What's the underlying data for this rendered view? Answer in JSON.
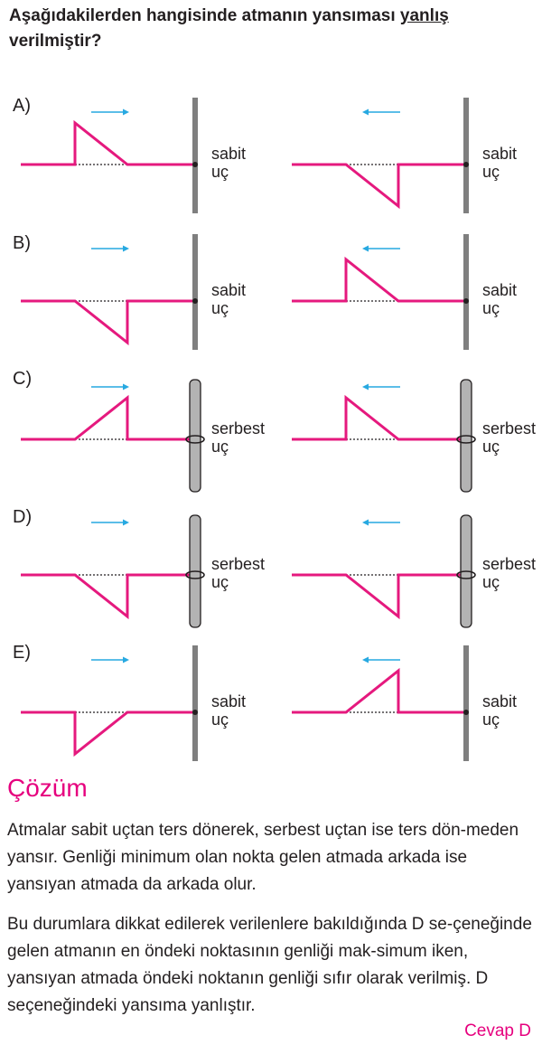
{
  "question": {
    "part1": "Aşağıdakilerden hangisinde atmanın yansıması ",
    "underlined": "yanlış",
    "part2": "verilmiştir?"
  },
  "options": [
    {
      "label": "A)",
      "end_type": "fixed",
      "end_text": [
        "sabit",
        "uç"
      ],
      "incident": {
        "direction": "right",
        "pulse": "up-left-vertical"
      },
      "reflected": {
        "direction": "left",
        "pulse": "down-right-vertical"
      }
    },
    {
      "label": "B)",
      "end_type": "fixed",
      "end_text": [
        "sabit",
        "uç"
      ],
      "incident": {
        "direction": "right",
        "pulse": "down-right-vertical"
      },
      "reflected": {
        "direction": "left",
        "pulse": "up-left-vertical"
      }
    },
    {
      "label": "C)",
      "end_type": "free",
      "end_text": [
        "serbest",
        "uç"
      ],
      "incident": {
        "direction": "right",
        "pulse": "up-right-vertical"
      },
      "reflected": {
        "direction": "left",
        "pulse": "up-left-vertical"
      }
    },
    {
      "label": "D)",
      "end_type": "free",
      "end_text": [
        "serbest",
        "uç"
      ],
      "incident": {
        "direction": "right",
        "pulse": "down-right-vertical"
      },
      "reflected": {
        "direction": "left",
        "pulse": "down-right-vertical"
      }
    },
    {
      "label": "E)",
      "end_type": "fixed",
      "end_text": [
        "sabit",
        "uç"
      ],
      "incident": {
        "direction": "right",
        "pulse": "down-left-vertical"
      },
      "reflected": {
        "direction": "left",
        "pulse": "up-right-vertical"
      }
    }
  ],
  "solution": {
    "title": "Çözüm",
    "paragraph1": "Atmalar sabit uçtan ters dönerek, serbest uçtan ise ters dön-meden yansır. Genliği minimum olan nokta gelen atmada arkada ise yansıyan atmada da arkada olur.",
    "paragraph2": "Bu durumlara dikkat edilerek verilenlere bakıldığında D se-çeneğinde gelen atmanın en öndeki noktasının genliği mak-simum iken, yansıyan atmada öndeki noktanın genliği sıfır olarak verilmiş. D seçeneğindeki yansıma yanlıştır.",
    "answer": "Cevap D"
  },
  "colors": {
    "pulse": "#e5197e",
    "arrow": "#27a9e1",
    "accent": "#e6007e",
    "wall": "#7f7f7f"
  }
}
